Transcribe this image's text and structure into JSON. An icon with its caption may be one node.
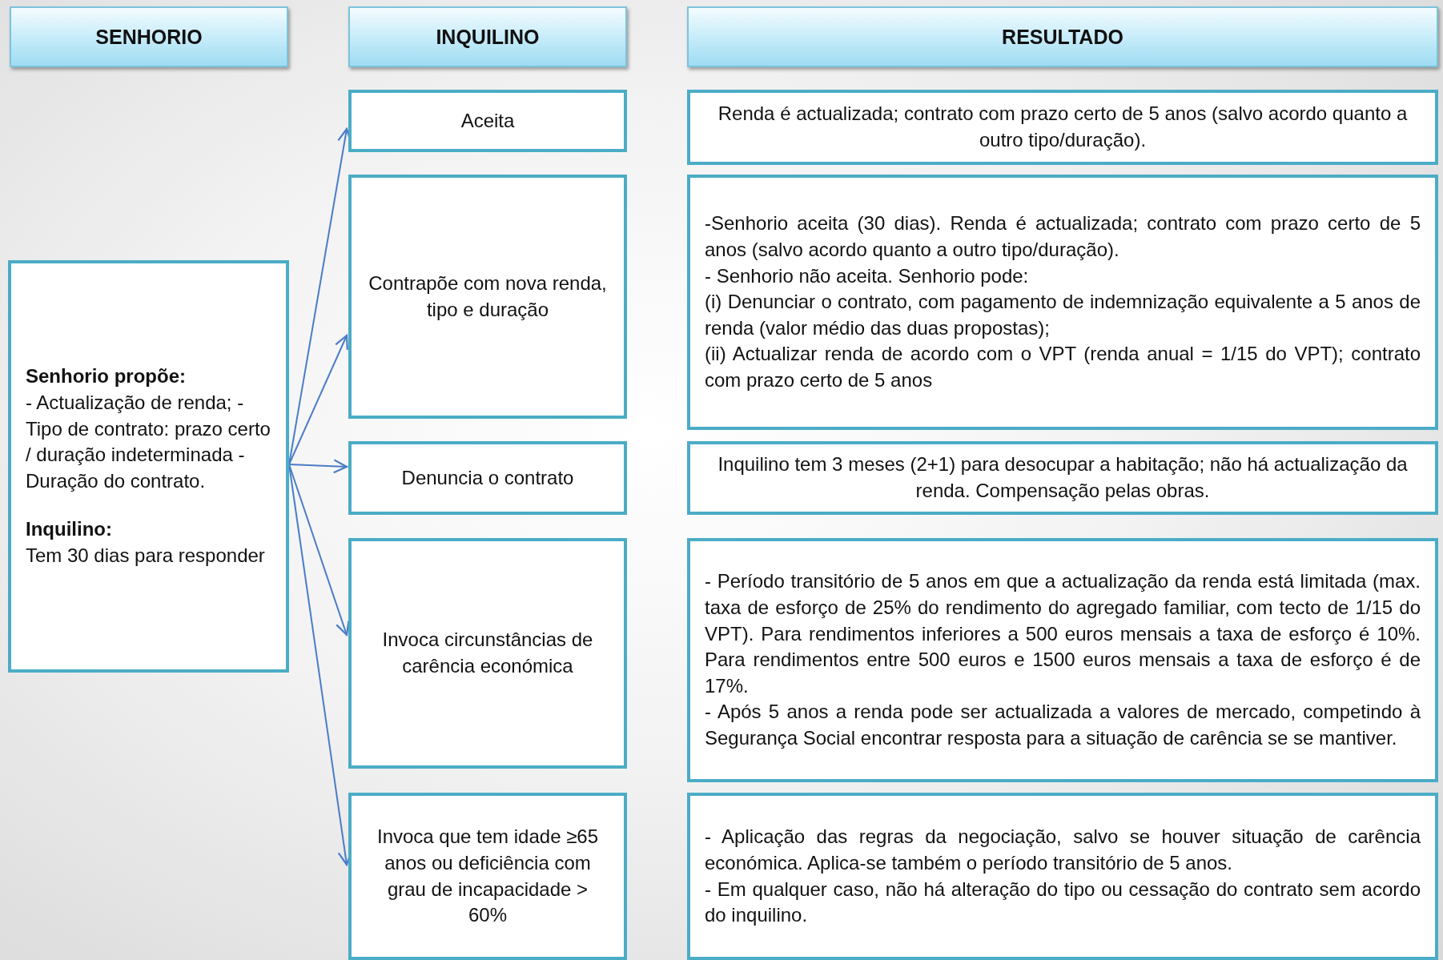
{
  "diagram": {
    "nodes": [
      {
        "text": [
          "SENHORIO"
        ]
      },
      {
        "text": [
          "INQUILINO"
        ]
      },
      {
        "text": [
          "RESULTADO"
        ]
      },
      {
        "text": [
          "Senhorio propõe:",
          "- Actualização de renda; - Tipo de contrato: prazo certo / duração indeterminada -Duração do contrato.",
          "Inquilino:",
          "Tem 30 dias para responder"
        ]
      },
      {
        "text": [
          "Aceita"
        ]
      },
      {
        "text": [
          "Renda é actualizada; contrato com prazo certo de 5 anos (salvo acordo quanto a outro tipo/duração)."
        ]
      },
      {
        "text": [
          "Contrapõe com nova renda, tipo e duração"
        ]
      },
      {
        "text": [
          "-Senhorio aceita (30 dias). Renda é actualizada; contrato com prazo certo de 5 anos (salvo acordo quanto a outro tipo/duração).",
          "- Senhorio não aceita. Senhorio pode:",
          "(i) Denunciar o contrato, com pagamento de indemnização equivalente a 5 anos de renda (valor médio das duas propostas);",
          "(ii) Actualizar renda de acordo com o VPT (renda anual = 1/15 do VPT); contrato com prazo certo de 5 anos"
        ]
      },
      {
        "text": [
          "Denuncia o contrato"
        ]
      },
      {
        "text": [
          "Inquilino tem 3 meses (2+1) para desocupar a habitação; não há actualização da renda. Compensação pelas obras."
        ]
      },
      {
        "text": [
          "Invoca circunstâncias de carência económica"
        ]
      },
      {
        "text": [
          "- Período transitório de 5 anos em que a actualização da renda está limitada (max. taxa de esforço de 25% do rendimento do agregado familiar, com tecto de 1/15 do VPT). Para rendimentos inferiores a 500 euros mensais a taxa de esforço é 10%. Para rendimentos entre 500 euros e 1500 euros mensais a taxa de esforço é de 17%.",
          "- Após 5 anos a renda pode ser actualizada a valores de mercado, competindo à Segurança Social encontrar resposta para a situação de carência se se mantiver."
        ]
      },
      {
        "text": [
          "Invoca que tem idade ≥65 anos ou deficiência com grau de incapacidade > 60%"
        ]
      },
      {
        "text": [
          "- Aplicação das regras da negociação, salvo se houver situação de carência económica. Aplica-se também o período transitório de 5 anos.",
          "- Em qualquer caso, não há alteração do tipo ou cessação do contrato sem acordo do inquilino."
        ]
      }
    ],
    "edges": [
      {
        "from": 3,
        "to": 4,
        "arrow": "to"
      },
      {
        "from": 3,
        "to": 6,
        "arrow": "to"
      },
      {
        "from": 3,
        "to": 8,
        "arrow": "to"
      },
      {
        "from": 3,
        "to": 10,
        "arrow": "to"
      },
      {
        "from": 3,
        "to": 12,
        "arrow": "to"
      }
    ]
  }
}
